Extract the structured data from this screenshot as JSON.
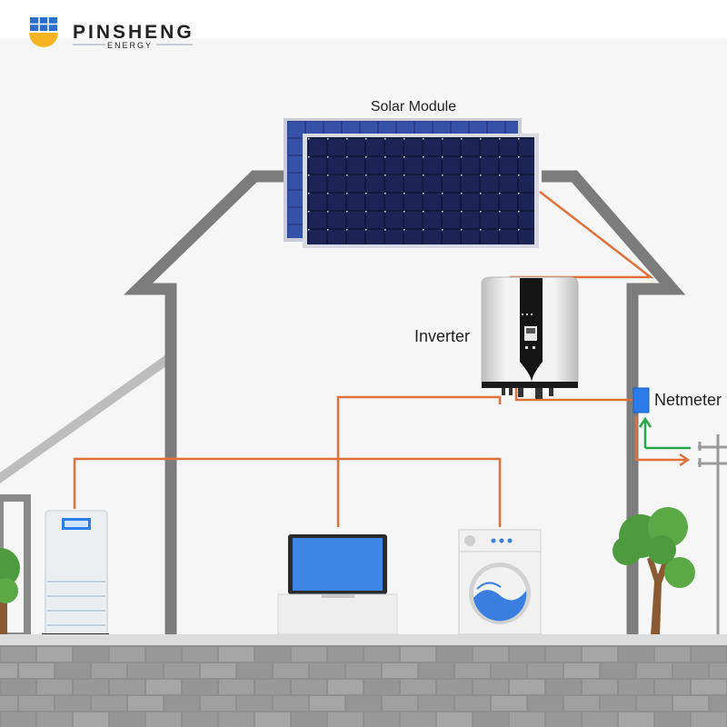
{
  "brand": {
    "name": "PINSHENG",
    "tagline": "ENERGY",
    "colors": {
      "name": "#1d3f7a",
      "tagline": "#e8a21a",
      "sun": "#f5b522",
      "panel": "#2a6fc9"
    }
  },
  "labels": {
    "solar_module": "Solar Module",
    "inverter": "Inverter",
    "netmeter": "Netmeter"
  },
  "colors": {
    "house_outline": "#7c7c7c",
    "wire": "#e0713a",
    "grid_import_arrow": "#27a84a",
    "grid_export_arrow": "#e0713a",
    "panel_cell": "#141a3e",
    "laptop_screen": "#3e86e6",
    "washer_water": "#3a7fe0",
    "meter": "#2b7de9",
    "tree": "#4e9a3e",
    "wall": "#9a9a9a"
  },
  "icons": [
    "sun-logo-icon",
    "solar-panel-icon",
    "inverter-icon",
    "netmeter-icon",
    "battery-icon",
    "laptop-icon",
    "washing-machine-icon",
    "utility-pole-icon",
    "tree-icon"
  ]
}
